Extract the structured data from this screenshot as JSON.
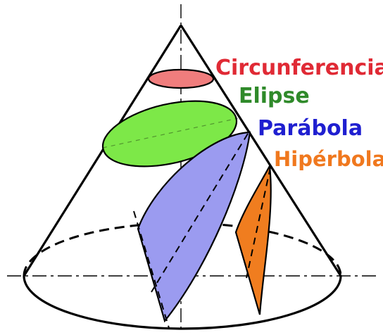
{
  "labels": {
    "circunferencia": "Circunferencia",
    "elipse": "Elipse",
    "parabola": "Parábola",
    "hiperbola": "Hipérbola"
  },
  "colors": {
    "circunferencia_text": "#e02a35",
    "circunferencia_fill": "#f07d7d",
    "elipse_text": "#2f8a2a",
    "elipse_fill": "#7de848",
    "parabola_text": "#1f1fd0",
    "parabola_fill": "#9b9bf0",
    "hiperbola_text": "#f0781e",
    "hiperbola_fill": "#f07d1f",
    "outline": "#000000"
  }
}
